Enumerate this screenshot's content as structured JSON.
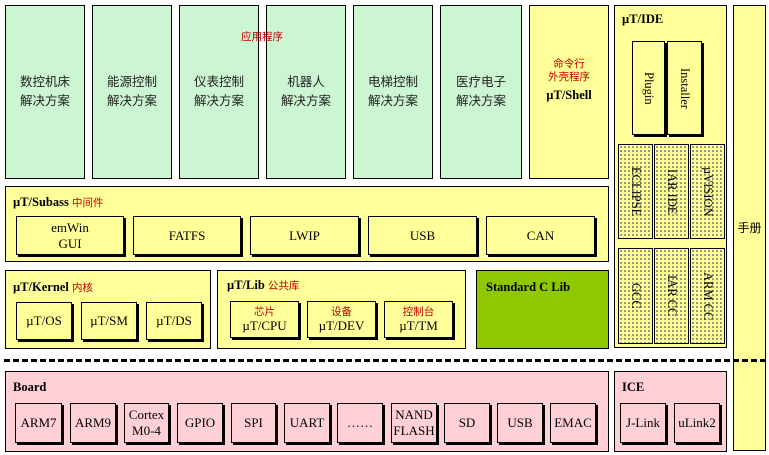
{
  "apps": {
    "label": "应用程序",
    "items": [
      {
        "line1": "数控机床",
        "line2": "解决方案"
      },
      {
        "line1": "能源控制",
        "line2": "解决方案"
      },
      {
        "line1": "仪表控制",
        "line2": "解决方案"
      },
      {
        "line1": "机器人",
        "line2": "解决方案"
      },
      {
        "line1": "电梯控制",
        "line2": "解决方案"
      },
      {
        "line1": "医疗电子",
        "line2": "解决方案"
      }
    ]
  },
  "shell": {
    "cn1": "命令行",
    "cn2": "外壳程序",
    "title": "µT/Shell"
  },
  "ide": {
    "title": "µT/IDE",
    "tools": [
      "Plugin",
      "Installer"
    ],
    "editors": [
      "ECLIPSE",
      "IAR IDE",
      "µVISION"
    ],
    "compilers": [
      "GCC",
      "IAR CC",
      "ARM CC"
    ]
  },
  "manual": "手册",
  "subass": {
    "title": "µT/Subass",
    "cn": "中间件",
    "items": [
      {
        "line1": "emWin",
        "line2": "GUI"
      },
      {
        "line1": "FATFS",
        "line2": ""
      },
      {
        "line1": "LWIP",
        "line2": ""
      },
      {
        "line1": "USB",
        "line2": ""
      },
      {
        "line1": "CAN",
        "line2": ""
      }
    ]
  },
  "kernel": {
    "title": "µT/Kernel",
    "cn": "内核",
    "items": [
      "µT/OS",
      "µT/SM",
      "µT/DS"
    ]
  },
  "lib": {
    "title": "µT/Lib",
    "cn": "公共库",
    "items": [
      {
        "cn": "芯片",
        "label": "µT/CPU"
      },
      {
        "cn": "设备",
        "label": "µT/DEV"
      },
      {
        "cn": "控制台",
        "label": "µT/TM"
      }
    ]
  },
  "stdc": "Standard C Lib",
  "board": {
    "title": "Board",
    "items": [
      {
        "line1": "ARM7",
        "line2": ""
      },
      {
        "line1": "ARM9",
        "line2": ""
      },
      {
        "line1": "Cortex",
        "line2": "M0-4"
      },
      {
        "line1": "GPIO",
        "line2": ""
      },
      {
        "line1": "SPI",
        "line2": ""
      },
      {
        "line1": "UART",
        "line2": ""
      },
      {
        "line1": "……",
        "line2": ""
      },
      {
        "line1": "NAND",
        "line2": "FLASH"
      },
      {
        "line1": "SD",
        "line2": ""
      },
      {
        "line1": "USB",
        "line2": ""
      },
      {
        "line1": "EMAC",
        "line2": ""
      }
    ]
  },
  "ice": {
    "title": "ICE",
    "items": [
      "J-Link",
      "uLink2"
    ]
  },
  "colors": {
    "app": "#ccf5d1",
    "layer": "#ffff99",
    "board": "#ffd1d6",
    "stdlib": "#8ec800",
    "accent": "#c00000"
  }
}
